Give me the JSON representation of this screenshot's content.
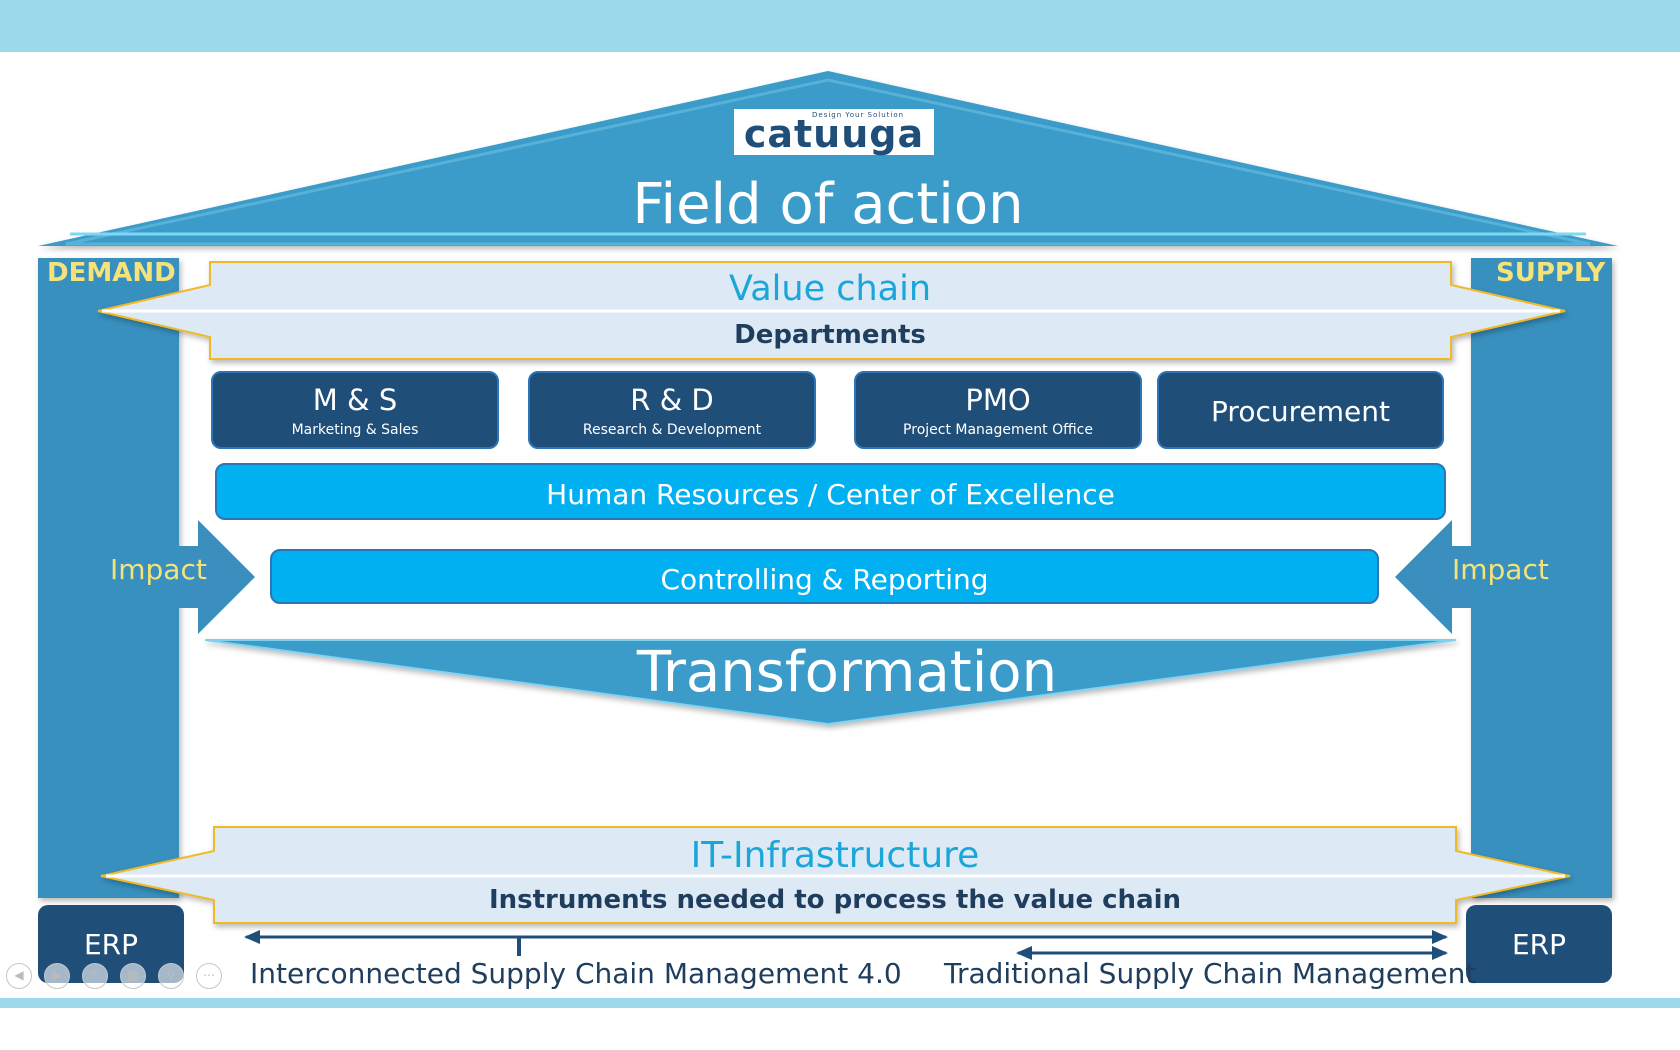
{
  "logo": {
    "name": "catuuga",
    "tagline": "Design Your Solution"
  },
  "roof": {
    "title": "Field of action"
  },
  "pillars": {
    "left_label": "DEMAND",
    "right_label": "SUPPLY"
  },
  "value_chain": {
    "title": "Value chain",
    "subtitle": "Departments"
  },
  "departments": [
    {
      "abbr": "M & S",
      "full": "Marketing & Sales"
    },
    {
      "abbr": "R & D",
      "full": "Research & Development"
    },
    {
      "abbr": "PMO",
      "full": "Project Management Office"
    },
    {
      "abbr": "Procurement",
      "full": ""
    }
  ],
  "bars": {
    "hr": "Human Resources / Center of Excellence",
    "controlling": "Controlling & Reporting"
  },
  "impact": {
    "left": "Impact",
    "right": "Impact"
  },
  "transformation": {
    "title": "Transformation"
  },
  "it_infrastructure": {
    "title": "IT-Infrastructure",
    "subtitle": "Instruments needed to process the value chain"
  },
  "erp": {
    "left": "ERP",
    "right": "ERP"
  },
  "scm": {
    "interconnected": "Interconnected Supply Chain Management 4.0",
    "traditional": "Traditional Supply Chain Management"
  },
  "colors": {
    "top_band": "#9dd9ea",
    "bottom_band": "#9dd9ea",
    "roof_blue": "#3a9bc9",
    "pillar_blue": "#3790bf",
    "dept_navy": "#1f4e79",
    "bar_cyan": "#00b0f0",
    "banner_fill": "#dde9f5",
    "banner_border": "#f0b928",
    "label_yellow": "#f5e27a",
    "heading_blue": "#1aa6d9",
    "dark_text": "#1f3d5c"
  },
  "slideshow_controls": [
    "prev-icon",
    "next-icon",
    "pen-icon",
    "grid-icon",
    "zoom-icon",
    "more-icon"
  ]
}
